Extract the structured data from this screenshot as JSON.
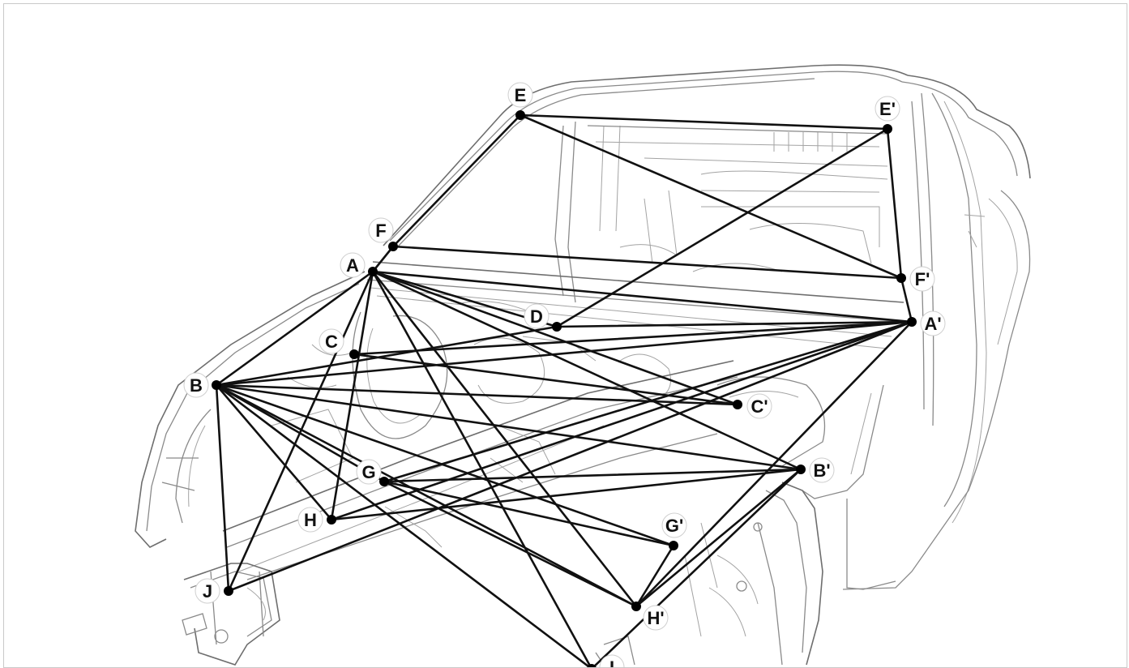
{
  "diagram": {
    "points": [
      {
        "id": "A",
        "label": "A"
      },
      {
        "id": "A'",
        "label": "A'"
      },
      {
        "id": "B",
        "label": "B"
      },
      {
        "id": "B'",
        "label": "B'"
      },
      {
        "id": "C",
        "label": "C"
      },
      {
        "id": "C'",
        "label": "C'"
      },
      {
        "id": "D",
        "label": "D"
      },
      {
        "id": "E",
        "label": "E"
      },
      {
        "id": "E'",
        "label": "E'"
      },
      {
        "id": "F",
        "label": "F"
      },
      {
        "id": "F'",
        "label": "F'"
      },
      {
        "id": "G",
        "label": "G"
      },
      {
        "id": "G'",
        "label": "G'"
      },
      {
        "id": "H",
        "label": "H"
      },
      {
        "id": "H'",
        "label": "H'"
      },
      {
        "id": "J",
        "label": "J"
      },
      {
        "id": "I",
        "label": "I"
      }
    ],
    "connections": [
      [
        "E",
        "E'"
      ],
      [
        "E",
        "F'"
      ],
      [
        "E",
        "F"
      ],
      [
        "E'",
        "D"
      ],
      [
        "E'",
        "F'"
      ],
      [
        "F",
        "F'"
      ],
      [
        "A",
        "A'"
      ],
      [
        "A",
        "F"
      ],
      [
        "A",
        "B"
      ],
      [
        "A",
        "H"
      ],
      [
        "A",
        "J"
      ],
      [
        "A",
        "H'"
      ],
      [
        "A",
        "I"
      ],
      [
        "A",
        "B'"
      ],
      [
        "A",
        "C'"
      ],
      [
        "A",
        "D"
      ],
      [
        "A'",
        "F'"
      ],
      [
        "A'",
        "D"
      ],
      [
        "A'",
        "C"
      ],
      [
        "A'",
        "B"
      ],
      [
        "A'",
        "G"
      ],
      [
        "A'",
        "H"
      ],
      [
        "A'",
        "J"
      ],
      [
        "A'",
        "H'"
      ],
      [
        "B",
        "C'"
      ],
      [
        "B",
        "B'"
      ],
      [
        "B",
        "G'"
      ],
      [
        "B",
        "H'"
      ],
      [
        "B",
        "I"
      ],
      [
        "B",
        "J"
      ],
      [
        "B",
        "D"
      ],
      [
        "B",
        "G"
      ],
      [
        "B",
        "H"
      ],
      [
        "C",
        "C'"
      ],
      [
        "B'",
        "G"
      ],
      [
        "B'",
        "H"
      ],
      [
        "B'",
        "I"
      ],
      [
        "B'",
        "H'"
      ],
      [
        "G",
        "G'"
      ],
      [
        "G",
        "H'"
      ],
      [
        "G'",
        "H'"
      ]
    ]
  }
}
